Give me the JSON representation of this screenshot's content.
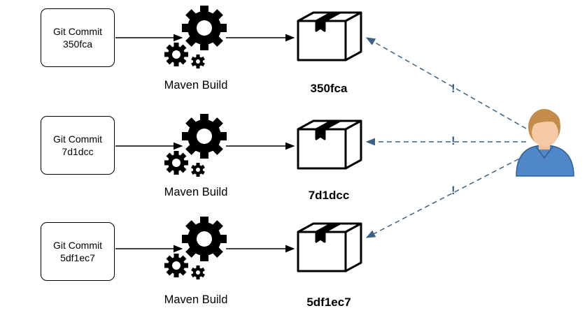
{
  "pipelines": [
    {
      "commit_label": "Git Commit",
      "commit_hash": "350fca",
      "build_label": "Maven Build",
      "artifact_label": "350fca"
    },
    {
      "commit_label": "Git Commit",
      "commit_hash": "7d1dcc",
      "build_label": "Maven Build",
      "artifact_label": "7d1dcc"
    },
    {
      "commit_label": "Git Commit",
      "commit_hash": "5df1ec7",
      "build_label": "Maven Build",
      "artifact_label": "5df1ec7"
    }
  ],
  "warning_marks": [
    "!",
    "!",
    "!"
  ],
  "icons": {
    "build": "gears-icon",
    "artifact": "package-box-icon",
    "user": "user-avatar-icon"
  },
  "colors": {
    "line": "#000000",
    "dashed_link": "#3a6185",
    "user_hair": "#c38c48",
    "user_skin": "#f5c9a6",
    "user_shirt": "#4f87c8"
  }
}
